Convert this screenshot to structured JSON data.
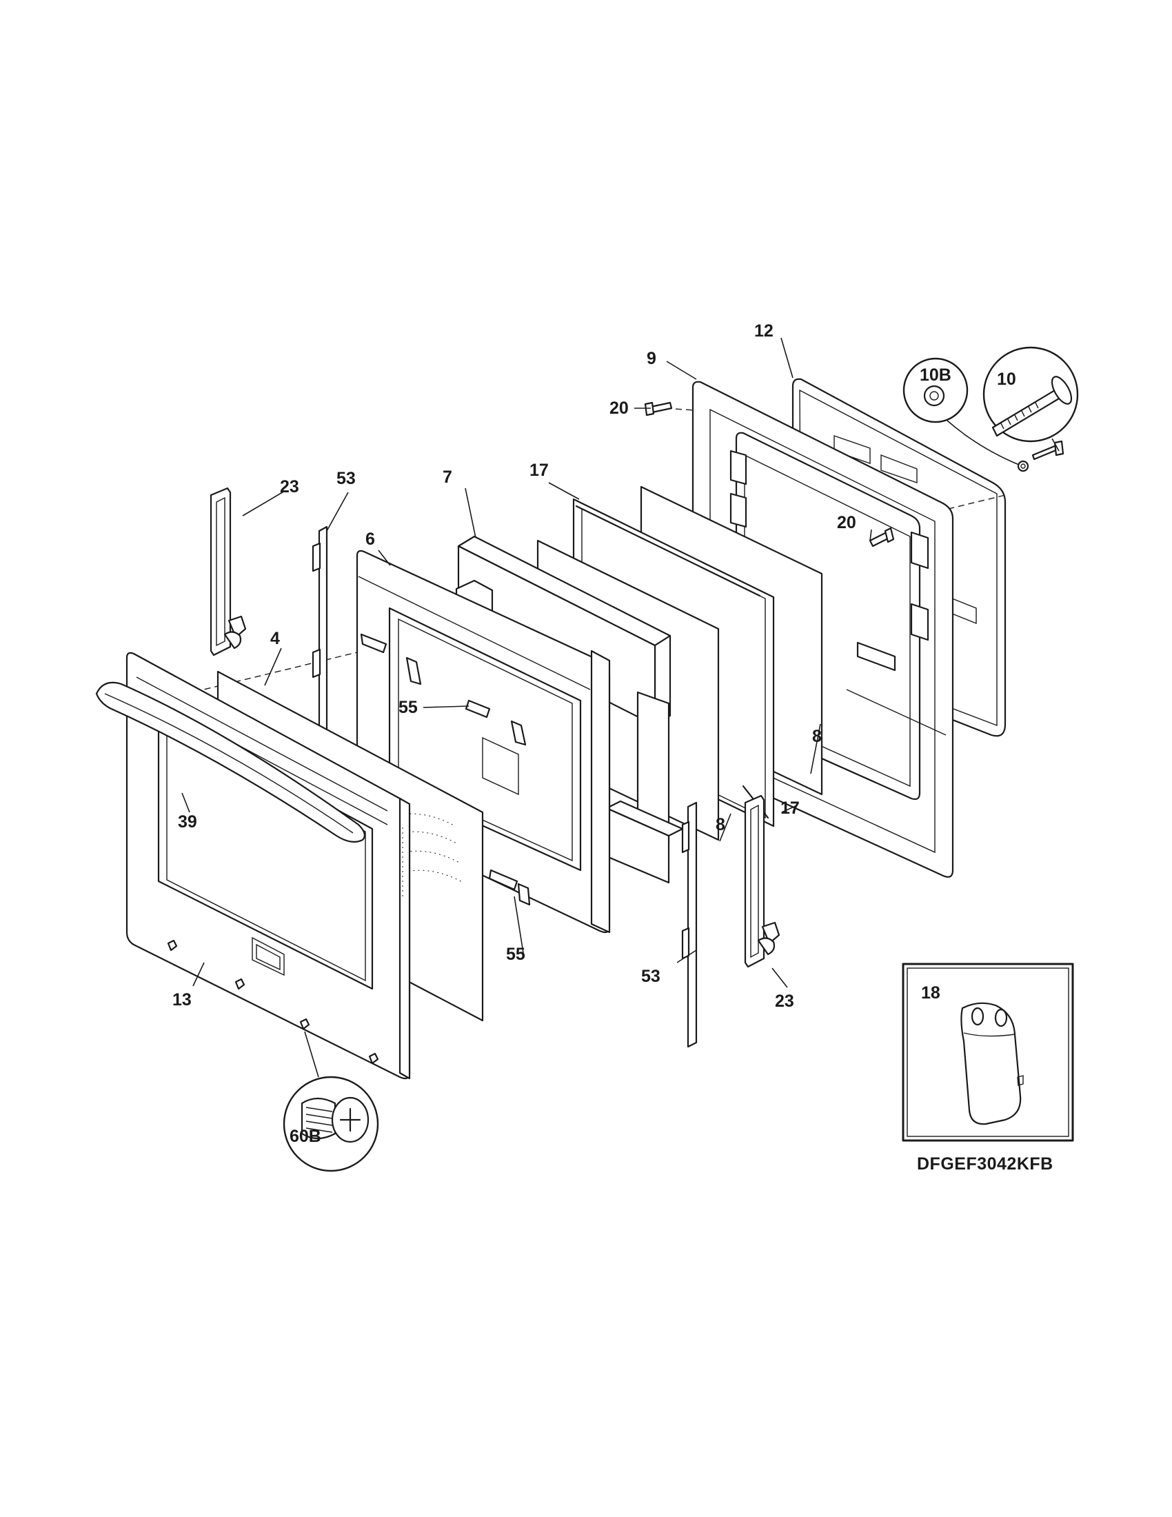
{
  "model_number": "DFGEF3042KFB",
  "labels": {
    "p4": "4",
    "p6": "6",
    "p7": "7",
    "p8a": "8",
    "p8b": "8",
    "p9": "9",
    "p10": "10",
    "p10b": "10B",
    "p12": "12",
    "p13": "13",
    "p17a": "17",
    "p17b": "17",
    "p18": "18",
    "p20a": "20",
    "p20b": "20",
    "p23a": "23",
    "p23b": "23",
    "p39": "39",
    "p53a": "53",
    "p53b": "53",
    "p55a": "55",
    "p55b": "55",
    "p60b": "60B"
  }
}
